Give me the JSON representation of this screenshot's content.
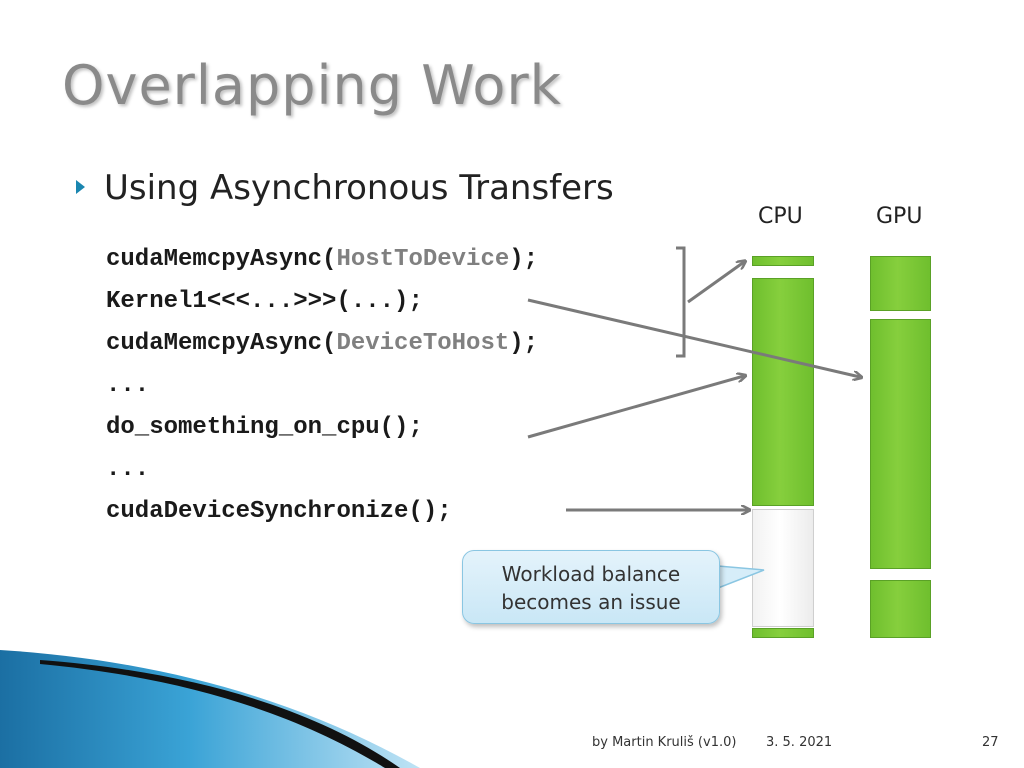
{
  "slide": {
    "title": "Overlapping Work",
    "bullet": "Using Asynchronous Transfers"
  },
  "code_lines": [
    {
      "pre": "cudaMemcpyAsync(",
      "arg": "HostToDevice",
      "post": ");"
    },
    {
      "pre": "Kernel1<<<...>>>(...);",
      "arg": "",
      "post": ""
    },
    {
      "pre": "cudaMemcpyAsync(",
      "arg": "DeviceToHost",
      "post": ");"
    },
    {
      "pre": "...",
      "arg": "",
      "post": ""
    },
    {
      "pre": "do_something_on_cpu();",
      "arg": "",
      "post": ""
    },
    {
      "pre": "...",
      "arg": "",
      "post": ""
    },
    {
      "pre": "cudaDeviceSynchronize();",
      "arg": "",
      "post": ""
    }
  ],
  "timeline": {
    "cpu_label": "CPU",
    "gpu_label": "GPU"
  },
  "callout": {
    "line1": "Workload balance",
    "line2": "becomes an issue"
  },
  "footer": {
    "author": "by Martin Kruliš (v1.0)",
    "date": "3. 5. 2021",
    "page": "27"
  },
  "colors": {
    "busy": "#7cc63a",
    "idle": "#f4f4f4",
    "arrow": "#7a7a7a",
    "accent": "#1a86b0"
  },
  "icons": {
    "bullet": "triangle-right-icon"
  }
}
